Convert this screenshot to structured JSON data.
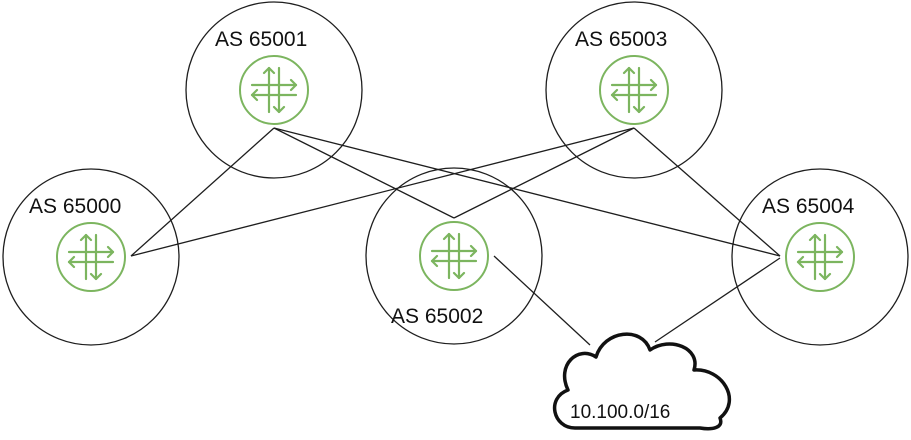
{
  "colors": {
    "router": "#7cb55f",
    "line": "#1e1e1e",
    "background": "#ffffff"
  },
  "nodes": [
    {
      "id": "as65000",
      "label": "AS 65000",
      "icon": "router-icon"
    },
    {
      "id": "as65001",
      "label": "AS 65001",
      "icon": "router-icon"
    },
    {
      "id": "as65002",
      "label": "AS 65002",
      "icon": "router-icon"
    },
    {
      "id": "as65003",
      "label": "AS 65003",
      "icon": "router-icon"
    },
    {
      "id": "as65004",
      "label": "AS 65004",
      "icon": "router-icon"
    }
  ],
  "network": {
    "label": "10.100.0/16",
    "icon": "cloud-icon"
  },
  "links": [
    [
      "as65000",
      "as65001"
    ],
    [
      "as65000",
      "as65003"
    ],
    [
      "as65001",
      "as65002"
    ],
    [
      "as65001",
      "as65004"
    ],
    [
      "as65003",
      "as65002"
    ],
    [
      "as65003",
      "as65004"
    ],
    [
      "as65002",
      "network"
    ],
    [
      "as65004",
      "network"
    ]
  ]
}
